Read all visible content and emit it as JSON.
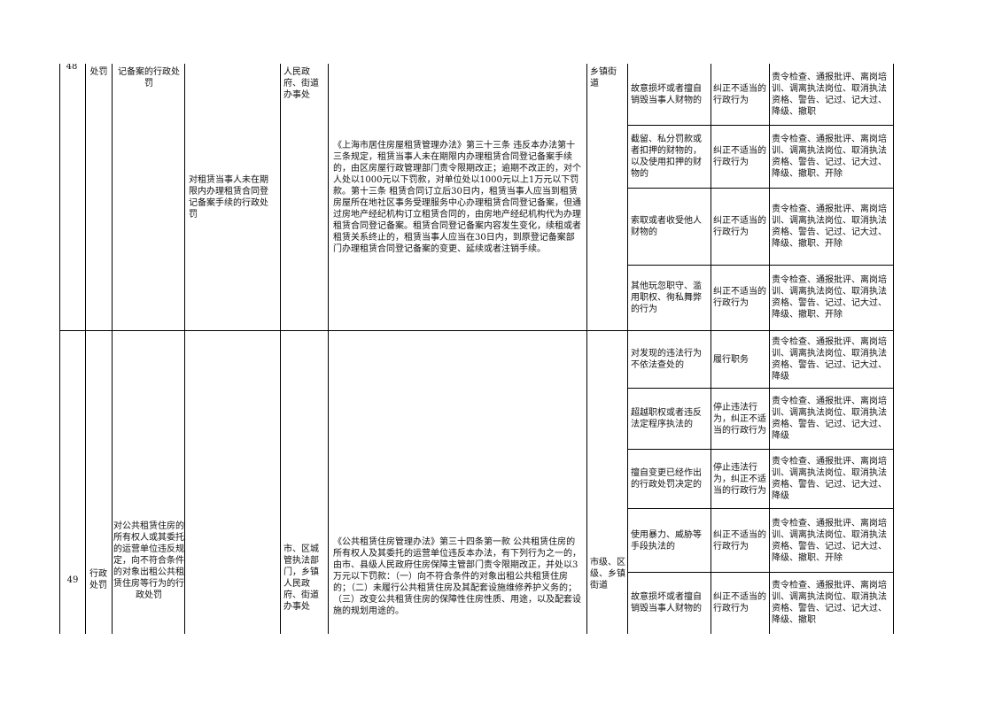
{
  "sections": [
    {
      "row_no": "48",
      "category": "处罚",
      "item_name": "记备案的行政处罚",
      "sub_item": "对租赁当事人未在期限内办理租赁合同登记备案手续的行政处罚",
      "enforcer": "人民政府、街道办事处",
      "basis": "《上海市居住房屋租赁管理办法》第三十三条 违反本办法第十三条规定，租赁当事人未在期限内办理租赁合同登记备案手续的，由区房屋行政管理部门责令限期改正；逾期不改正的，对个人处以1000元以下罚款，对单位处以1000元以上1万元以下罚款。第十三条 租赁合同订立后30日内，租赁当事人应当到租赁房屋所在地社区事务受理服务中心办理租赁合同登记备案，但通过房地产经纪机构订立租赁合同的，由房地产经纪机构代为办理租赁合同登记备案。租赁合同登记备案内容发生变化，续租或者租赁关系终止的，租赁当事人应当在30日内，到原登记备案部门办理租赁合同登记备案的变更、延续或者注销手续。",
      "level": "乡镇街道",
      "items": [
        {
          "situation": "故意损坏或者擅自销毁当事人财物的",
          "type": "纠正不适当的行政行为",
          "penalty": "责令检查、通报批评、离岗培训、调离执法岗位、取消执法资格、警告、记过、记大过、降级、撤职"
        },
        {
          "situation": "截留、私分罚款或者扣押的财物的，以及使用扣押的财物的",
          "type": "纠正不适当的行政行为",
          "penalty": "责令检查、通报批评、离岗培训、调离执法岗位、取消执法资格、警告、记过、记大过、降级、撤职、开除"
        },
        {
          "situation": "索取或者收受他人财物的",
          "type": "纠正不适当的行政行为",
          "penalty": "责令检查、通报批评、离岗培训、调离执法岗位、取消执法资格、警告、记过、记大过、降级、撤职、开除"
        },
        {
          "situation": "其他玩忽职守、滥用职权、徇私舞弊的行为",
          "type": "纠正不适当的行政行为",
          "penalty": "责令检查、通报批评、离岗培训、调离执法岗位、取消执法资格、警告、记过、记大过、降级、撤职、开除"
        }
      ]
    },
    {
      "row_no": "49",
      "category": "行政处罚",
      "item_name": "对公共租赁住房的所有权人或其委托的运营单位违反规定，向不符合条件的对象出租公共租赁住房等行为的行政处罚",
      "enforcer": "市、区城管执法部门，乡镇人民政府、街道办事处",
      "basis": "《公共租赁住房管理办法》第三十四条第一款 公共租赁住房的所有权人及其委托的运营单位违反本办法，有下列行为之一的，由市、县级人民政府住房保障主管部门责令限期改正，并处以3万元以下罚款：（一）向不符合条件的对象出租公共租赁住房的；（二）未履行公共租赁住房及其配套设施维修养护义务的；（三）改变公共租赁住房的保障性住房性质、用途，以及配套设施的规划用途的。",
      "level": "市级、区级、乡镇街道",
      "items": [
        {
          "situation": "对发现的违法行为不依法查处的",
          "type": "履行职务",
          "penalty": "责令检查、通报批评、离岗培训、调离执法岗位、取消执法资格、警告、记过、记大过、降级"
        },
        {
          "situation": "超越职权或者违反法定程序执法的",
          "type": "停止违法行为，纠正不适当的行政行为",
          "penalty": "责令检查、通报批评、离岗培训、调离执法岗位、取消执法资格、警告、记过、记大过、降级"
        },
        {
          "situation": "擅自变更已经作出的行政处罚决定的",
          "type": "停止违法行为，纠正不适当的行政行为",
          "penalty": "责令检查、通报批评、离岗培训、调离执法岗位、取消执法资格、警告、记过、记大过、降级"
        },
        {
          "situation": "使用暴力、威胁等手段执法的",
          "type": "纠正不适当的行政行为",
          "penalty": "责令检查、通报批评、离岗培训、调离执法岗位、取消执法资格、警告、记过、记大过、降级、撤职、开除"
        },
        {
          "situation": "故意损坏或者擅自销毁当事人财物的",
          "type": "纠正不适当的行政行为",
          "penalty": "责令检查、通报批评、离岗培训、调离执法岗位、取消执法资格、警告、记过、记大过、降级、撤职"
        }
      ]
    }
  ]
}
